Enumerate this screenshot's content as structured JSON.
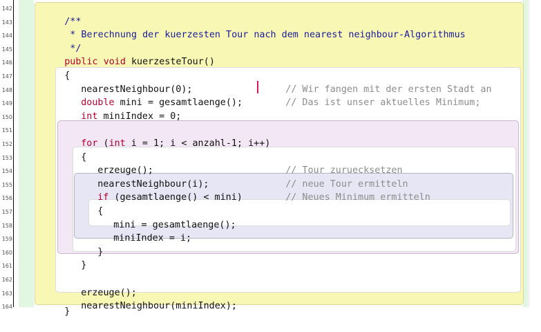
{
  "editor": {
    "language": "Java",
    "first_line": 142,
    "line_numbers": [
      "142",
      "143",
      "144",
      "145",
      "146",
      "147",
      "148",
      "149",
      "150",
      "151",
      "152",
      "153",
      "154",
      "155",
      "156",
      "157",
      "158",
      "159",
      "160",
      "161",
      "162",
      "163",
      "164"
    ],
    "cursor_line": 148,
    "colors": {
      "class_scope": "#e2f7e2",
      "method_scope": "#f8f8b4",
      "loop_scope": "#f3e6f5",
      "if_scope": "#e6e6f4",
      "keyword": "#b3002d",
      "javadoc": "#1a1a9c",
      "comment": "#8c8c8c",
      "cursor": "#d6185a"
    },
    "lines": {
      "l142": {
        "doc": "/**"
      },
      "l143": {
        "doc": " * Berechnung der kuerzesten Tour nach dem nearest neighbour-Algorithmus"
      },
      "l144": {
        "doc": " */"
      },
      "l145": {
        "kw1": "public",
        "kw2": "void",
        "code": " kuerzesteTour()"
      },
      "l146": {
        "code": "{"
      },
      "l147": {
        "code": "nearestNeighbour(0);",
        "comment": "// Wir fangen mit der ersten Stadt an"
      },
      "l148": {
        "kw": "double",
        "code": " mini = gesamtlaenge();",
        "comment": "// Das ist unser aktuelles Minimum;"
      },
      "l149": {
        "kw": "int",
        "code": " miniIndex = 0;"
      },
      "l150": {
        "code": ""
      },
      "l151": {
        "kw1": "for",
        "p1": " (",
        "kw2": "int",
        "code": " i = 1; i < anzahl-1; i++)"
      },
      "l152": {
        "code": "{"
      },
      "l153": {
        "code": "erzeuge();",
        "comment": "// Tour zuruecksetzen"
      },
      "l154": {
        "code": "nearestNeighbour(i);",
        "comment": "// neue Tour ermitteln"
      },
      "l155": {
        "kw": "if",
        "code": " (gesamtlaenge() < mini)",
        "comment": "// Neues Minimum ermitteln"
      },
      "l156": {
        "code": "{"
      },
      "l157": {
        "code": "mini = gesamtlaenge();"
      },
      "l158": {
        "code": "miniIndex = i;"
      },
      "l159": {
        "code": "}"
      },
      "l160": {
        "code": "}"
      },
      "l161": {
        "code": ""
      },
      "l162": {
        "code": "erzeuge();"
      },
      "l163": {
        "code": "nearestNeighbour(miniIndex);"
      },
      "l164": {
        "code": "}"
      }
    }
  }
}
